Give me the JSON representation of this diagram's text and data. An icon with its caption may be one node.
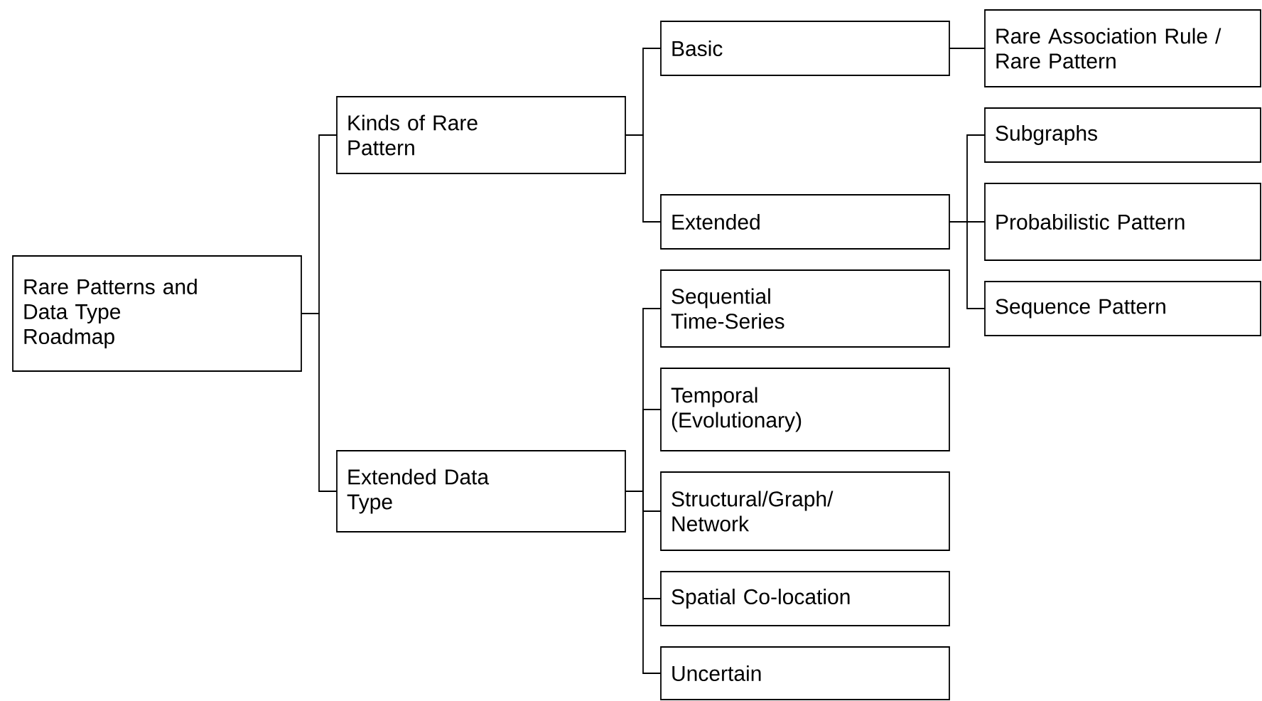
{
  "diagram": {
    "nodes": [
      {
        "text": [
          "Rare Patterns and Data Type Roadmap"
        ]
      },
      {
        "text": [
          "Kinds of Rare Pattern"
        ]
      },
      {
        "text": [
          "Extended Data Type"
        ]
      },
      {
        "text": [
          "Basic"
        ]
      },
      {
        "text": [
          "Extended"
        ]
      },
      {
        "text": [
          "Sequential Time-Series"
        ]
      },
      {
        "text": [
          "Temporal (Evolutionary)"
        ]
      },
      {
        "text": [
          "Structural/Graph/ Network"
        ]
      },
      {
        "text": [
          "Spatial Co-location"
        ]
      },
      {
        "text": [
          "Uncertain"
        ]
      },
      {
        "text": [
          "Rare Association Rule / Rare Pattern"
        ]
      },
      {
        "text": [
          "Subgraphs"
        ]
      },
      {
        "text": [
          "Probabilistic Pattern"
        ]
      },
      {
        "text": [
          "Sequence Pattern"
        ]
      }
    ],
    "edges": [
      {
        "from": 0,
        "to": 1,
        "arrow": "none"
      },
      {
        "from": 0,
        "to": 2,
        "arrow": "none"
      },
      {
        "from": 1,
        "to": 3,
        "arrow": "none"
      },
      {
        "from": 1,
        "to": 4,
        "arrow": "none"
      },
      {
        "from": 3,
        "to": 10,
        "arrow": "none"
      },
      {
        "from": 4,
        "to": 11,
        "arrow": "none"
      },
      {
        "from": 4,
        "to": 12,
        "arrow": "none"
      },
      {
        "from": 4,
        "to": 13,
        "arrow": "none"
      },
      {
        "from": 2,
        "to": 5,
        "arrow": "none"
      },
      {
        "from": 2,
        "to": 6,
        "arrow": "none"
      },
      {
        "from": 2,
        "to": 7,
        "arrow": "none"
      },
      {
        "from": 2,
        "to": 8,
        "arrow": "none"
      },
      {
        "from": 2,
        "to": 9,
        "arrow": "none"
      }
    ]
  }
}
